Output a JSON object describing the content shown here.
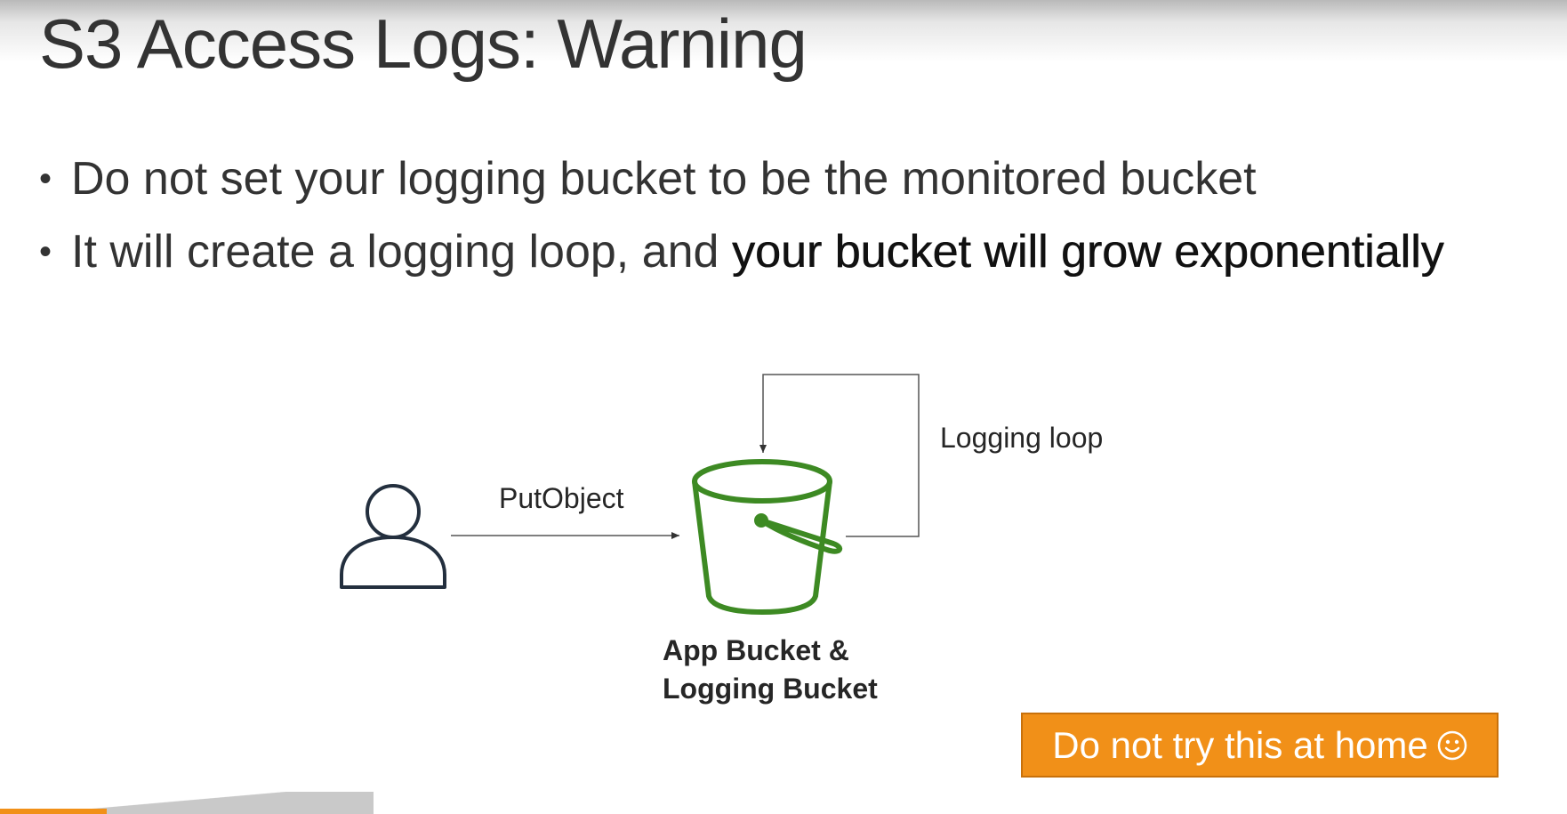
{
  "slide": {
    "title": "S3 Access Logs: Warning",
    "bullets": [
      {
        "text": "Do not set your logging bucket to be the monitored bucket"
      },
      {
        "text": "It will create a logging loop, and ",
        "bold": "your bucket will grow exponentially"
      }
    ]
  },
  "diagram": {
    "user_icon": "user-icon",
    "bucket_icon": "s3-bucket-icon",
    "arrow_label": "PutObject",
    "loop_label": "Logging loop",
    "bucket_label_line1": "App Bucket &",
    "bucket_label_line2": "Logging Bucket",
    "colors": {
      "bucket": "#3d8a23",
      "lines": "#555555",
      "user": "#232f3e"
    }
  },
  "callout": {
    "text": "Do not try this at home",
    "icon": "smiley-icon",
    "background": "#f19018"
  }
}
